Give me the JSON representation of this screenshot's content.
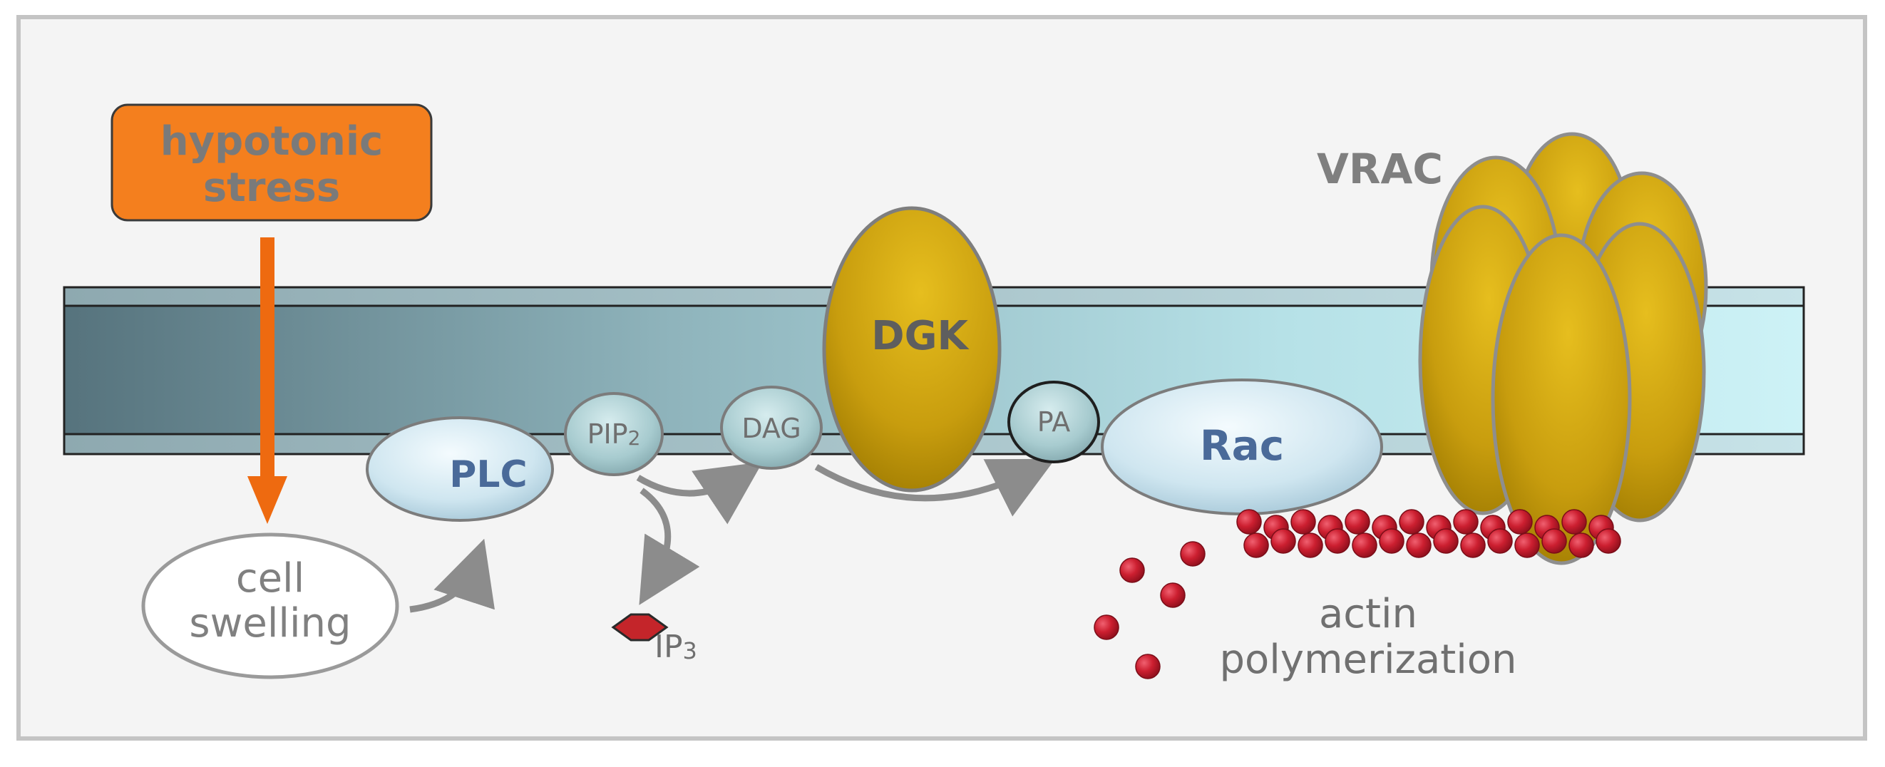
{
  "labels": {
    "stimulus_line1": "hypotonic",
    "stimulus_line2": "stress",
    "swelling_line1": "cell",
    "swelling_line2": "swelling",
    "plc": "PLC",
    "pip2_main": "PIP",
    "pip2_sub": "2",
    "dag": "DAG",
    "dgk": "DGK",
    "pa": "PA",
    "rac": "Rac",
    "ip3_main": "IP",
    "ip3_sub": "3",
    "vrac": "VRAC",
    "actin_line1": "actin",
    "actin_line2": "polymerization"
  },
  "colors": {
    "frame_border": "#c4c4c4",
    "frame_fill": "#f4f4f4",
    "stimulus_box": "#f47f1e",
    "stimulus_text": "#7a7a7a",
    "arrow_orange": "#ee6a10",
    "arrow_grey": "#8c8c8c",
    "membrane_dark": "#5f7c86",
    "membrane_light": "#c5eef2",
    "protein_gold": "#c89d0e",
    "protein_gold_dark": "#8a6a00",
    "blue_protein_light": "#eaf6fb",
    "blue_protein_dark": "#a6c9db",
    "blue_label": "#4a6a99",
    "grey_label": "#7f7f7f",
    "actin_red": "#c71b2c",
    "ip3_red": "#c4252a"
  }
}
